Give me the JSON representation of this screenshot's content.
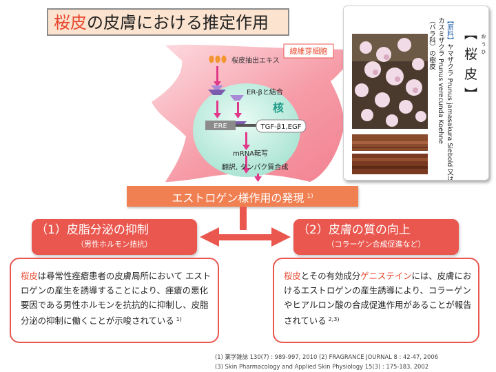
{
  "title": {
    "part1": "桜皮",
    "part2": "の皮膚における推定作用"
  },
  "figure": {
    "cell_label": "線維芽細胞",
    "extract_label": "桜皮抽出エキス",
    "receptor_label": "ER-βと結合",
    "nucleus_label": "核",
    "ere_label": "ERE",
    "factor_label": "TGF-β1,EGF",
    "mrna_label": "mRNA転写",
    "translation_label": "翻訳, タンパク質合成"
  },
  "specimen": {
    "title": "【 桜 皮 】",
    "ruby": "お う ひ",
    "line1_tag": "【原料】",
    "line1": "ヤマザクラ Prunus jamasakura Siebold 又は",
    "line2": "カスミザクラ Prunus verecunda Koehne",
    "line3": "（バラ科）の樹皮"
  },
  "banner": {
    "text": "エストロゲン様作用の発現",
    "ref": "1)"
  },
  "left": {
    "heading": "（1）皮脂分泌の抑制",
    "subheading": "（男性ホルモン拮抗）",
    "lead": "桜皮",
    "body": "は尋常性痤瘡患者の皮膚局所において エストロゲンの産生を誘導することにより、痤瘡の悪化要因である男性ホルモンを抗抗的に抑制し、皮脂分泌の抑制に働くことが示唆されている",
    "ref": "1)"
  },
  "right": {
    "heading": "（2）皮膚の質の向上",
    "subheading": "（コラーゲン合成促進など）",
    "lead": "桜皮",
    "mid1": "とその有効成分",
    "accent2": "ゲニステイン",
    "body": "には、皮膚におけるエストロゲンの産生誘導により、コラーゲンやヒアルロン酸の合成促進作用があることが報告されている",
    "ref": "2,3)"
  },
  "references": {
    "line1": "(1)  薬学雑誌 130(7) : 989-997, 2010  (2)  FRAGRANCE JOURNAL 8 : 42-47, 2006",
    "line2": "(3)  Skin Pharmacology and Applied Skin Physiology 15(3) : 175-183, 2002"
  },
  "colors": {
    "accent": "#e9574f",
    "banner": "#f07f52",
    "title_bg": "#fbe3cf",
    "title_red": "#e8452c"
  }
}
